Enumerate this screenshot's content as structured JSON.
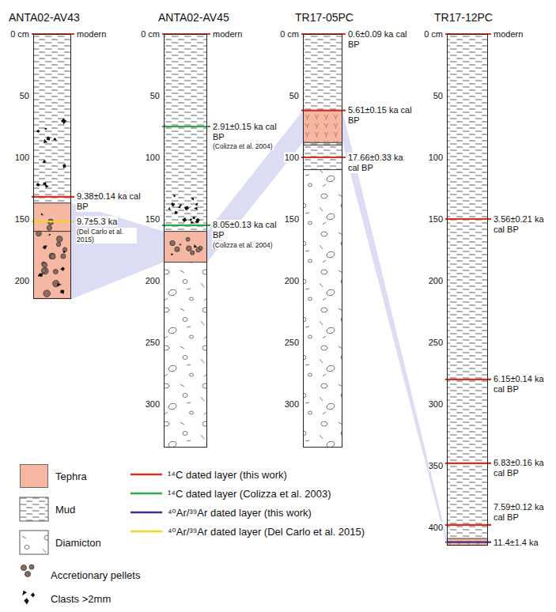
{
  "diagram": {
    "nodes": [
      {
        "text": [
          "ANTA02-AV43"
        ]
      },
      {
        "text": [
          "ANTA02-AV45"
        ]
      },
      {
        "text": [
          "TR17-05PC"
        ]
      },
      {
        "text": [
          "TR17-12PC"
        ]
      }
    ],
    "edges": [
      {
        "from": 0,
        "to": 1,
        "arrow": "none"
      },
      {
        "from": 1,
        "to": 2,
        "arrow": "none"
      },
      {
        "from": 2,
        "to": 3,
        "arrow": "none"
      }
    ],
    "labels": [
      "0 cm",
      "50",
      "100",
      "150",
      "200",
      "modern",
      "9.38±0.14 ka cal BP",
      "9.7±5.3 ka",
      "(Del Carlo et al. 2015)",
      "0 cm",
      "50",
      "100",
      "150",
      "200",
      "250",
      "300",
      "modern",
      "2.91±0.15 ka cal BP",
      "(Colizza et al. 2004)",
      "8.05±0.13 ka cal BP",
      "(Colizza et al. 2004)",
      "0 cm",
      "50",
      "100",
      "150",
      "200",
      "250",
      "300",
      "0.6±0.09 ka cal BP",
      "5.61±0.15 ka cal BP",
      "17.66±0.33 ka cal BP",
      "0 cm",
      "50",
      "100",
      "150",
      "200",
      "250",
      "300",
      "350",
      "400",
      "modern",
      "3.56±0.21 ka cal BP",
      "6.15±0.14 ka cal BP",
      "6.83±0.16 ka cal BP",
      "7.59±0.12 ka cal BP",
      "11.4±1.4 ka"
    ],
    "legend": [
      {
        "text": "Tephra",
        "color": "#f6b8a2"
      },
      {
        "text": "Mud"
      },
      {
        "text": "Diamicton"
      },
      {
        "text": "Accretionary pellets"
      },
      {
        "text": "Clasts >2mm"
      },
      {
        "text": "¹⁴C dated layer (this work)"
      },
      {
        "text": "¹⁴C dated layer (Colizza et al. 2003)"
      },
      {
        "text": "⁴⁰Ar/³⁹Ar dated layer (this work)"
      },
      {
        "text": "⁴⁰Ar/³⁹Ar dated layer (Del Carlo et al. 2015)"
      }
    ]
  }
}
